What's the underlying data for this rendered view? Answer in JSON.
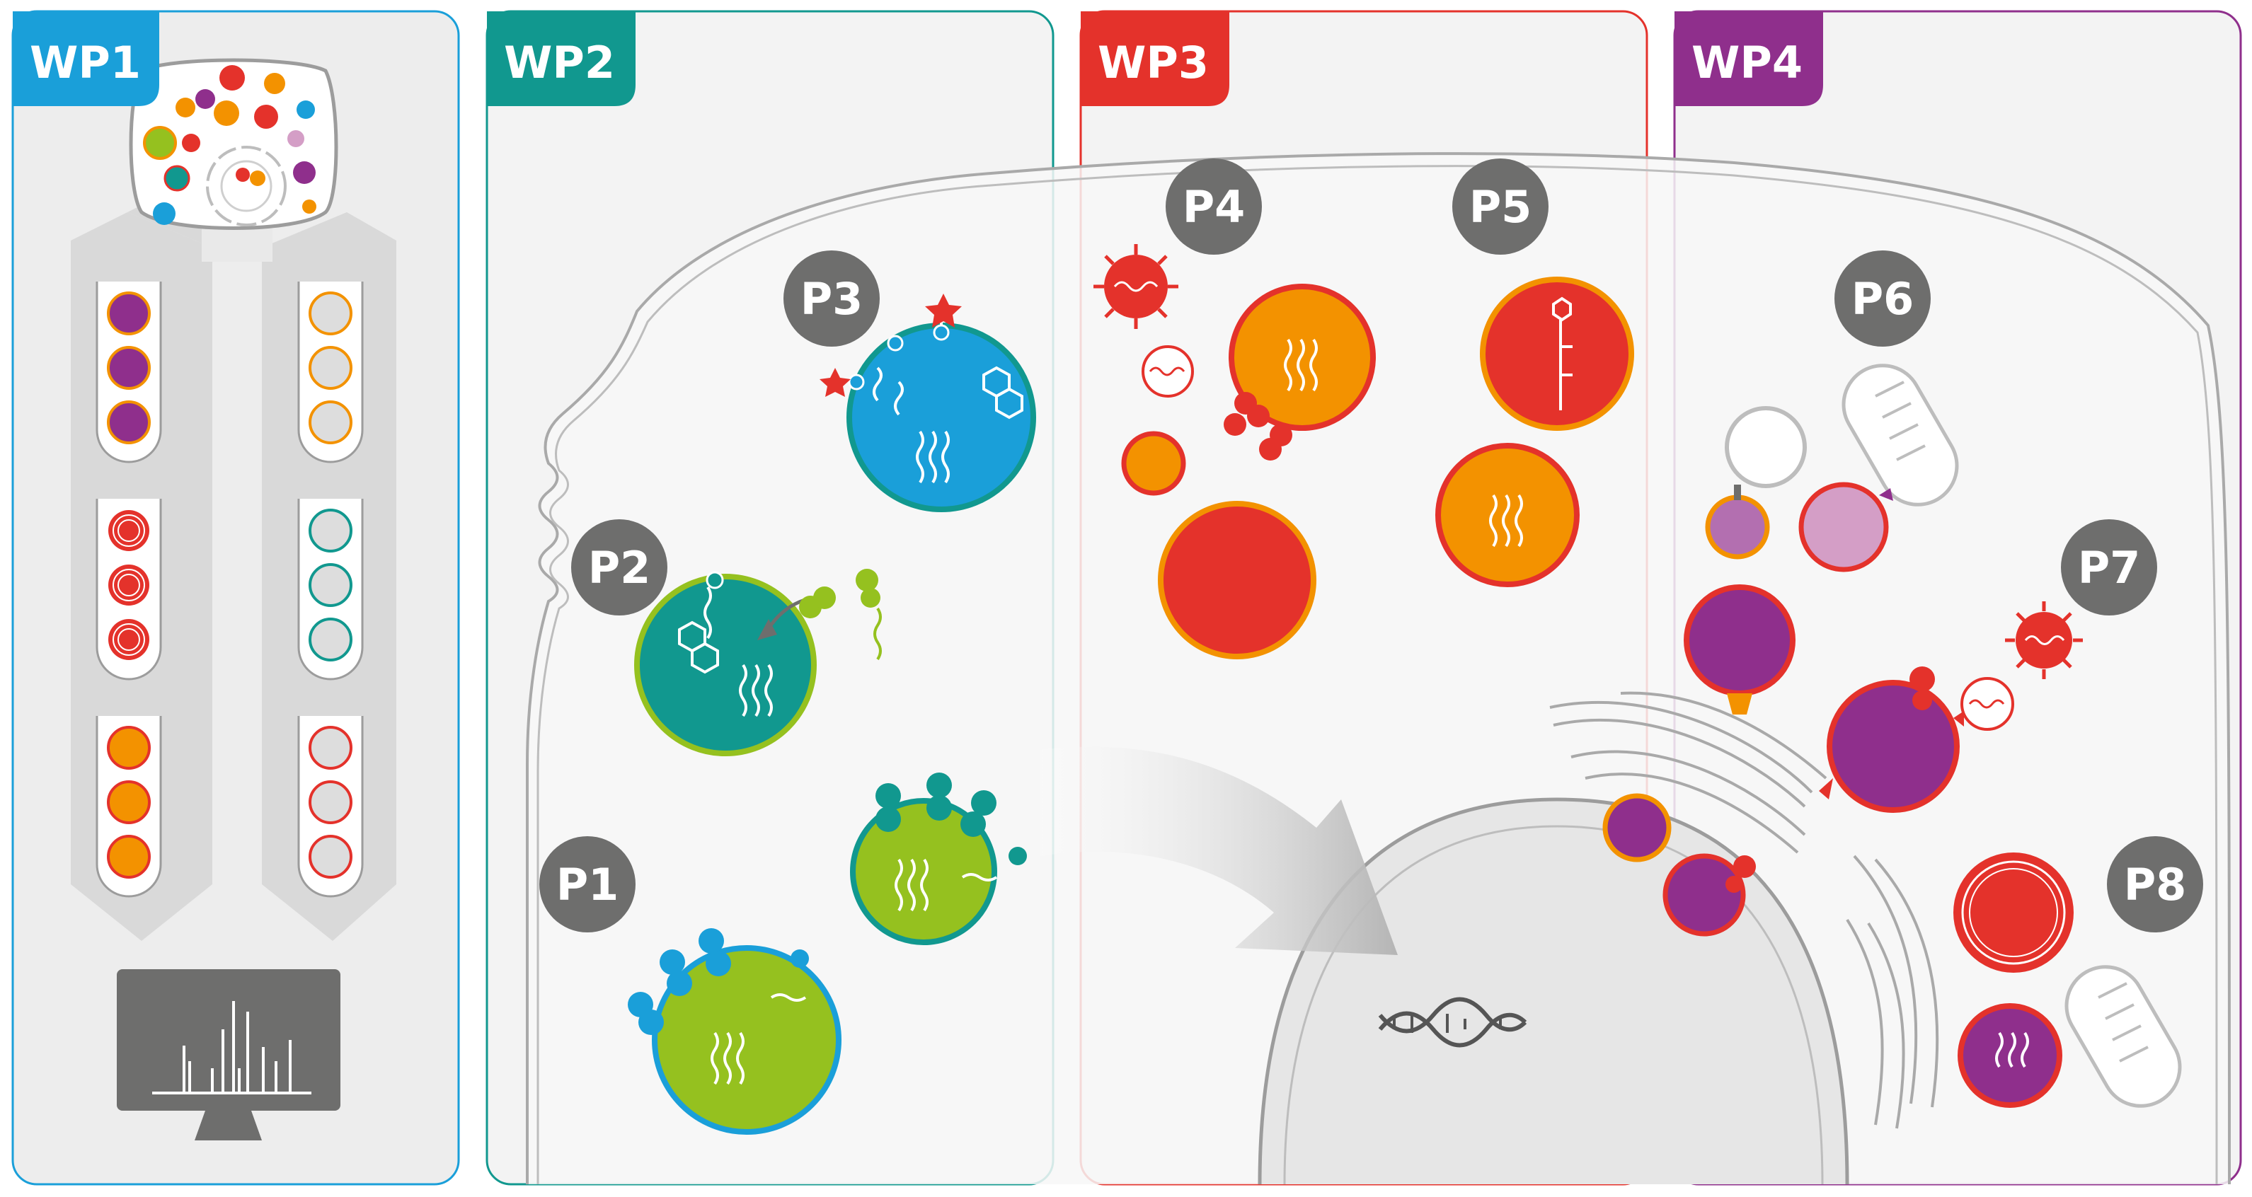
{
  "panels": [
    {
      "id": "wp1",
      "label": "WP1",
      "color": "#1a9fd9"
    },
    {
      "id": "wp2",
      "label": "WP2",
      "color": "#11988f"
    },
    {
      "id": "wp3",
      "label": "WP3",
      "color": "#e4322b"
    },
    {
      "id": "wp4",
      "label": "WP4",
      "color": "#8f2f8c"
    }
  ],
  "process_markers": [
    "P1",
    "P2",
    "P3",
    "P4",
    "P5",
    "P6",
    "P7",
    "P8"
  ],
  "colors": {
    "blue": "#1a9fd9",
    "teal": "#11988f",
    "green": "#95c11f",
    "red": "#e4322b",
    "orange": "#f39200",
    "purple": "#8f2f8c",
    "light_purple": "#d49ec6",
    "marker_gray": "#6e6e6d",
    "panel_gray": "#ededed"
  },
  "icons": [
    "cell-sample-icon",
    "test-tube-icon",
    "mass-spectrum-monitor-icon",
    "virus-icon",
    "dna-icon",
    "mitochondrion-icon",
    "golgi-apparatus-icon",
    "nucleus-icon"
  ]
}
